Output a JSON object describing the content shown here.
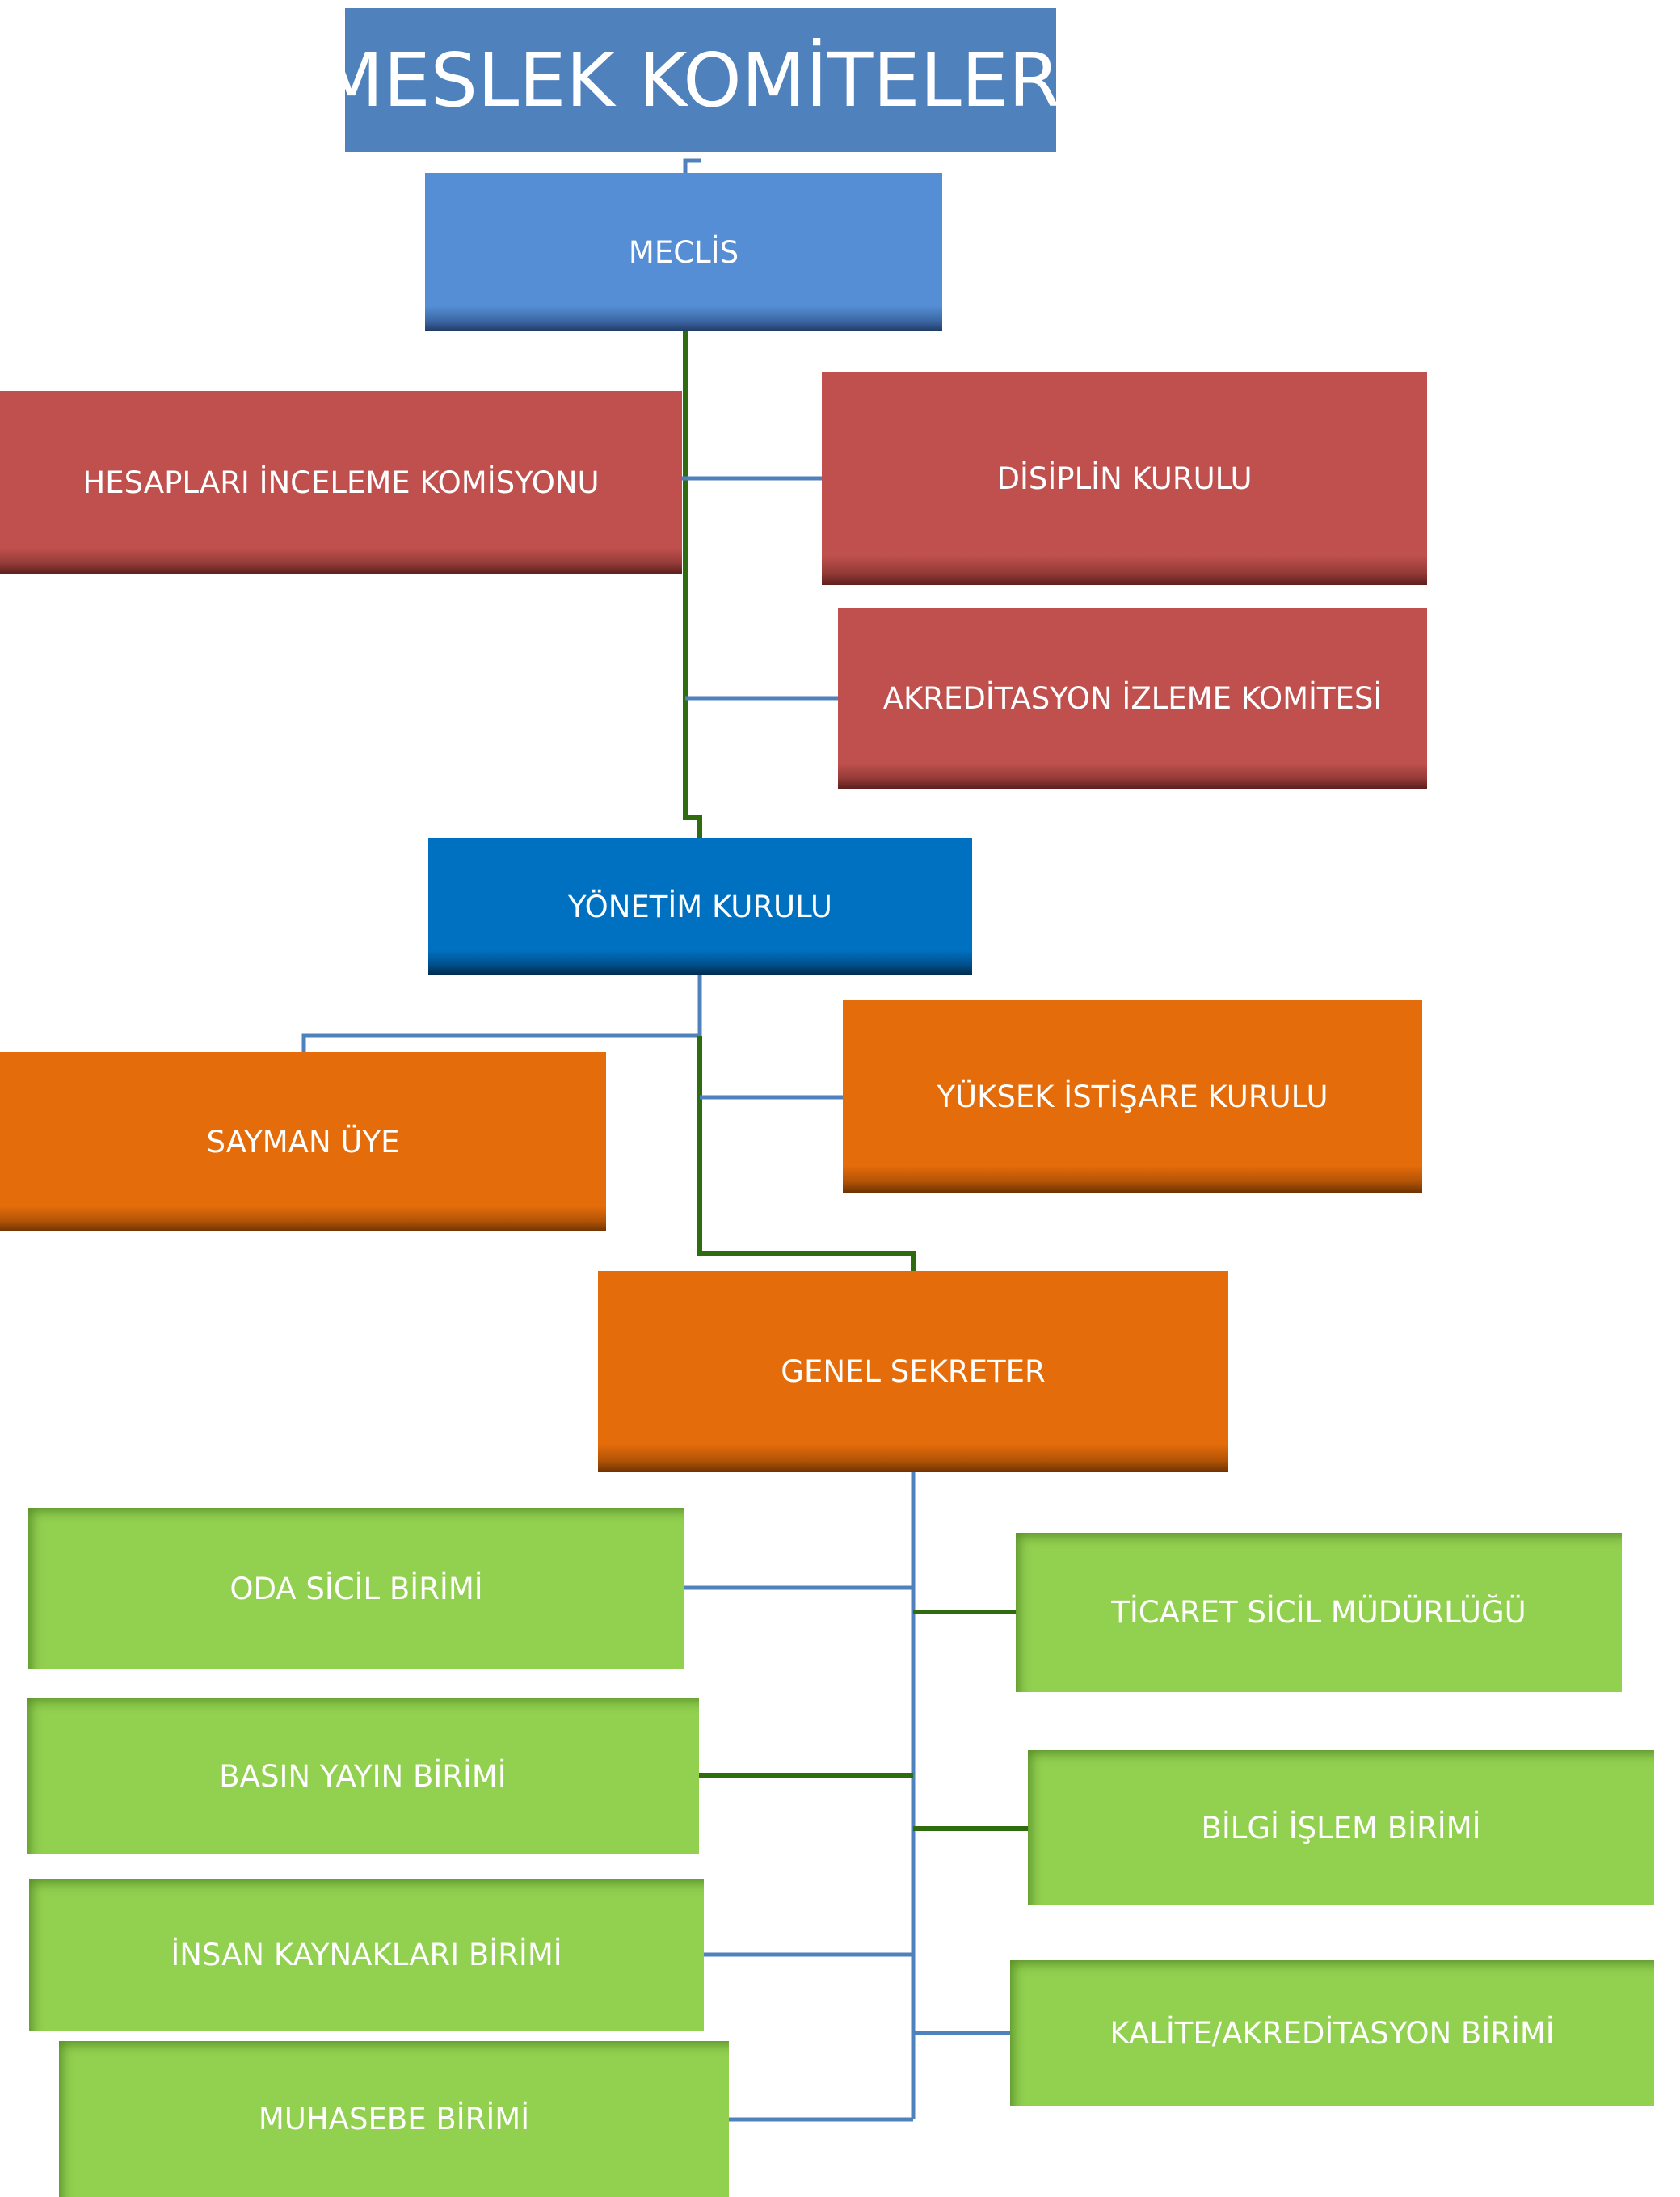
{
  "title": "MESLEK KOMİTELERİ",
  "nodes": {
    "meclis": "MECLİS",
    "hesaplari_inceleme": "HESAPLARI İNCELEME KOMİSYONU",
    "disiplin": "DİSİPLİN KURULU",
    "akreditasyon_izleme": "AKREDİTASYON İZLEME  KOMİTESİ",
    "yonetim": "YÖNETİM KURULU",
    "sayman": "SAYMAN ÜYE",
    "yuksek_istisare": "YÜKSEK İSTİŞARE KURULU",
    "genel_sekreter": "GENEL SEKRETER",
    "oda_sicil": "ODA SİCİL BİRİMİ",
    "ticaret_sicil": "TİCARET SİCİL MÜDÜRLÜĞÜ",
    "basin_yayin": "BASIN YAYIN BİRİMİ",
    "bilgi_islem": "BİLGİ İŞLEM BİRİMİ",
    "insan_kaynaklari": "İNSAN KAYNAKLARI BİRİMİ",
    "kalite": "KALİTE/AKREDİTASYON  BİRİMİ",
    "muhasebe": "MUHASEBE BİRİMİ"
  },
  "colors": {
    "title": "#4f81bd",
    "meclis": "#558ed5",
    "red": "#c0504d",
    "yonetim": "#0070c0",
    "orange": "#e46c0a",
    "green": "#92d050",
    "line_blue": "#4f81bd",
    "line_green": "#2f6b0f"
  }
}
